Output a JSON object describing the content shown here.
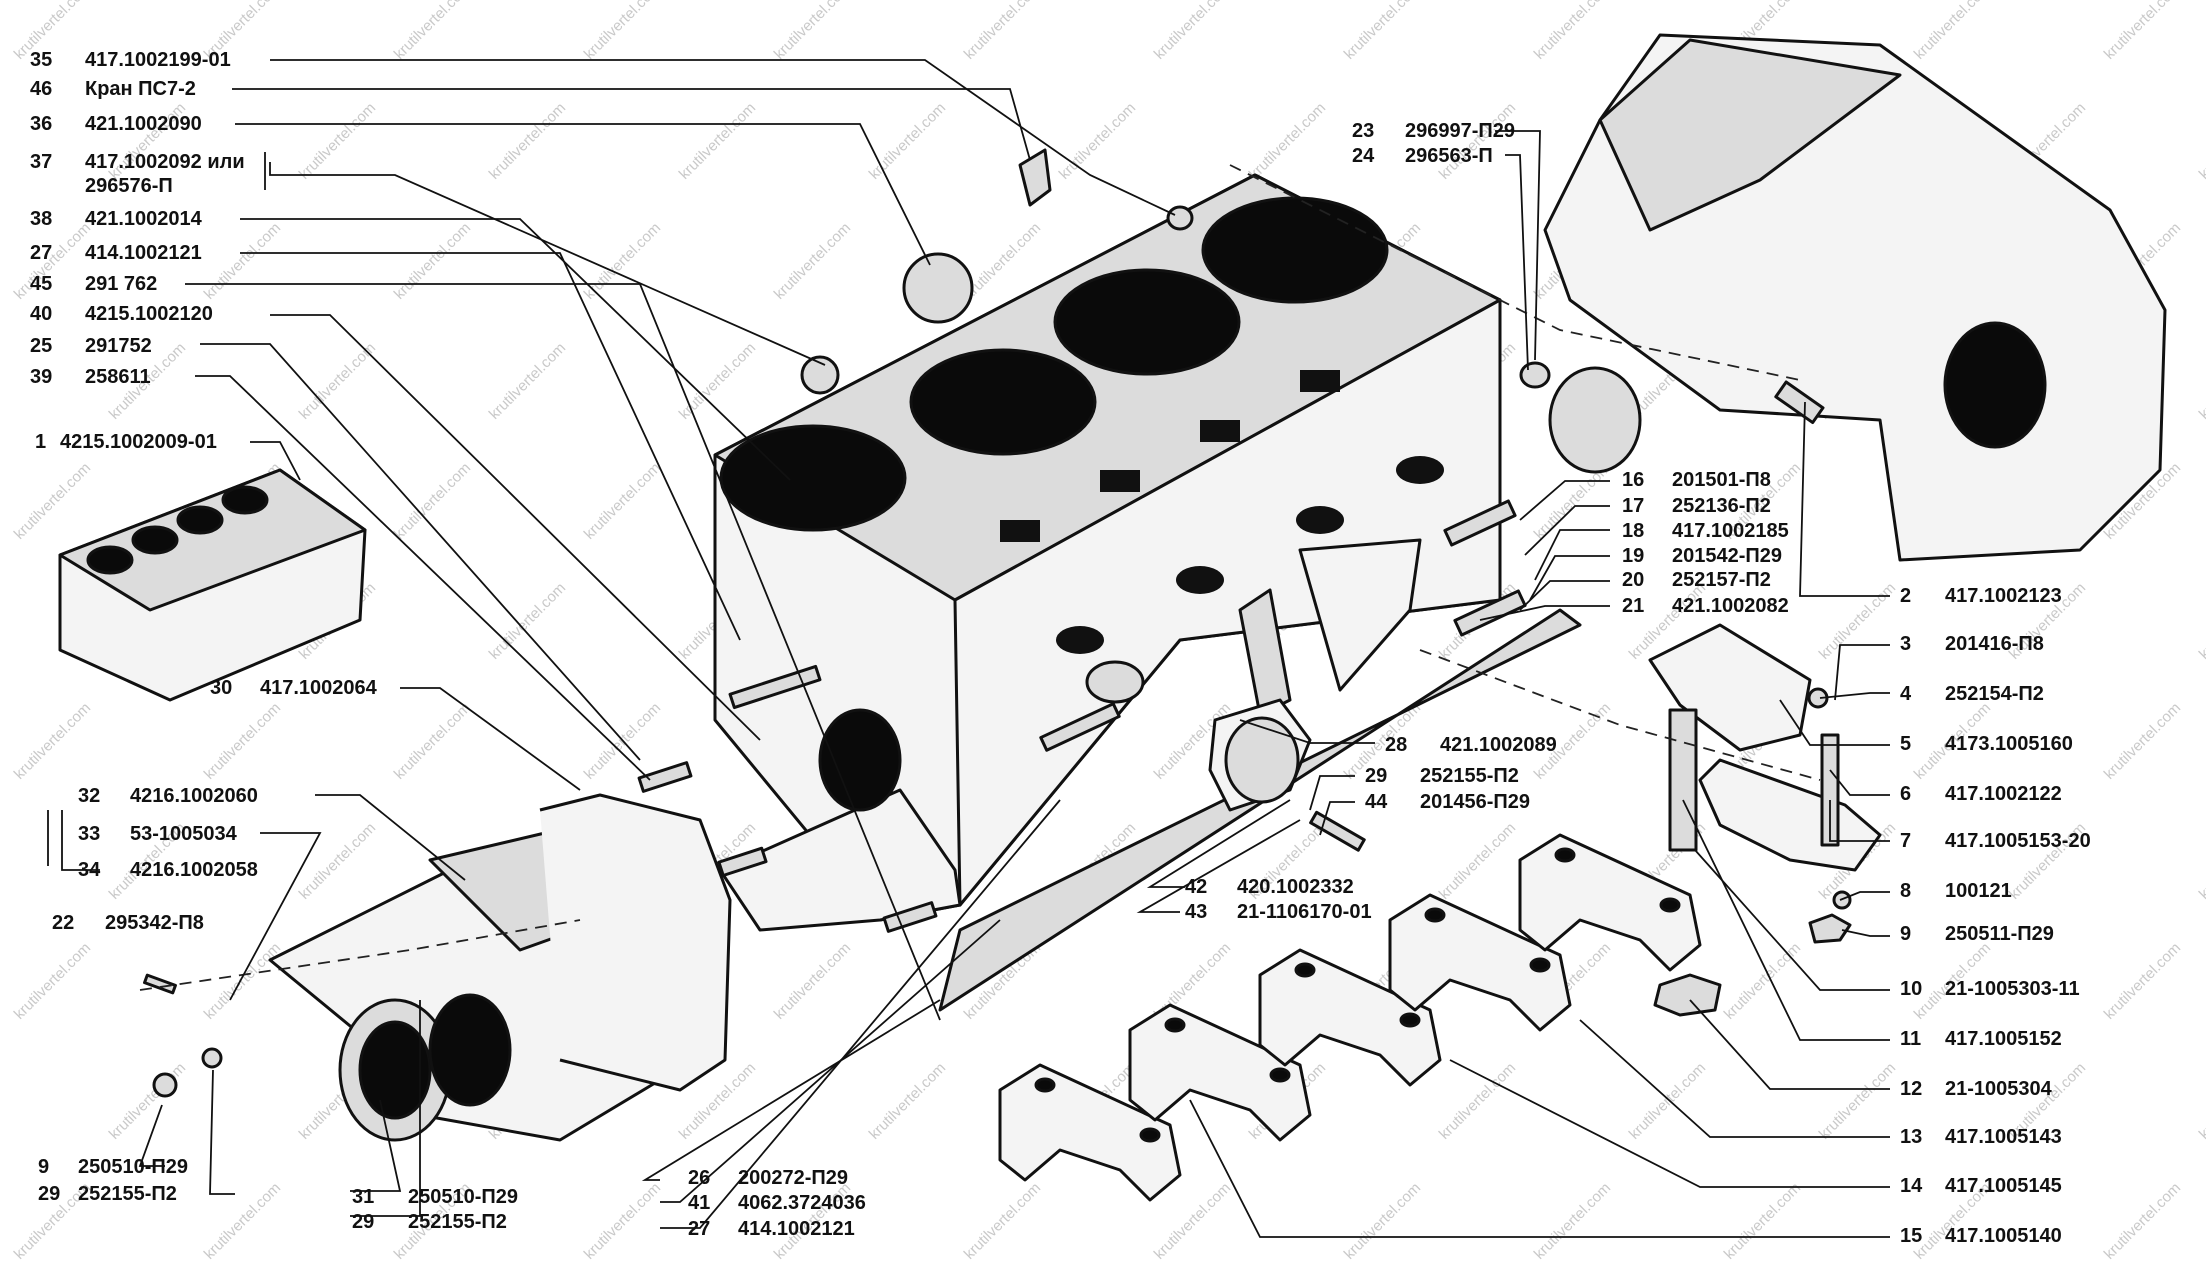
{
  "watermark": "krutilvertel.com",
  "callouts_left": [
    {
      "num": "35",
      "code": "417.1002199-01"
    },
    {
      "num": "46",
      "code": "Кран ПС7-2"
    },
    {
      "num": "36",
      "code": "421.1002090"
    },
    {
      "num": "37",
      "code": "417.1002092 или"
    },
    {
      "num": "",
      "code": "296576-П"
    },
    {
      "num": "38",
      "code": "421.1002014"
    },
    {
      "num": "27",
      "code": "414.1002121"
    },
    {
      "num": "45",
      "code": "291 762"
    },
    {
      "num": "40",
      "code": "4215.1002120"
    },
    {
      "num": "25",
      "code": "291752"
    },
    {
      "num": "39",
      "code": "258611"
    },
    {
      "num": "1",
      "code": "4215.1002009-01"
    },
    {
      "num": "30",
      "code": "417.1002064"
    },
    {
      "num": "32",
      "code": "4216.1002060"
    },
    {
      "num": "33",
      "code": "53-1005034"
    },
    {
      "num": "34",
      "code": "4216.1002058"
    },
    {
      "num": "22",
      "code": "295342-П8"
    },
    {
      "num": "9",
      "code": "250510-П29"
    },
    {
      "num": "29",
      "code": "252155-П2"
    }
  ],
  "callouts_bottom": [
    {
      "num": "31",
      "code": "250510-П29"
    },
    {
      "num": "29",
      "code": "252155-П2"
    },
    {
      "num": "26",
      "code": "200272-П29"
    },
    {
      "num": "41",
      "code": "4062.3724036"
    },
    {
      "num": "27",
      "code": "414.1002121"
    }
  ],
  "callouts_center": [
    {
      "num": "23",
      "code": "296997-П29"
    },
    {
      "num": "24",
      "code": "296563-П"
    },
    {
      "num": "16",
      "code": "201501-П8"
    },
    {
      "num": "17",
      "code": "252136-П2"
    },
    {
      "num": "18",
      "code": "417.1002185"
    },
    {
      "num": "19",
      "code": "201542-П29"
    },
    {
      "num": "20",
      "code": "252157-П2"
    },
    {
      "num": "21",
      "code": "421.1002082"
    },
    {
      "num": "28",
      "code": "421.1002089"
    },
    {
      "num": "29",
      "code": "252155-П2"
    },
    {
      "num": "44",
      "code": "201456-П29"
    },
    {
      "num": "42",
      "code": "420.1002332"
    },
    {
      "num": "43",
      "code": "21-1106170-01"
    }
  ],
  "callouts_right": [
    {
      "num": "2",
      "code": "417.1002123"
    },
    {
      "num": "3",
      "code": "201416-П8"
    },
    {
      "num": "4",
      "code": "252154-П2"
    },
    {
      "num": "5",
      "code": "4173.1005160"
    },
    {
      "num": "6",
      "code": "417.1002122"
    },
    {
      "num": "7",
      "code": "417.1005153-20"
    },
    {
      "num": "8",
      "code": "100121"
    },
    {
      "num": "9",
      "code": "250511-П29"
    },
    {
      "num": "10",
      "code": "21-1005303-11"
    },
    {
      "num": "11",
      "code": "417.1005152"
    },
    {
      "num": "12",
      "code": "21-1005304"
    },
    {
      "num": "13",
      "code": "417.1005143"
    },
    {
      "num": "14",
      "code": "417.1005145"
    },
    {
      "num": "15",
      "code": "417.1005140"
    }
  ]
}
